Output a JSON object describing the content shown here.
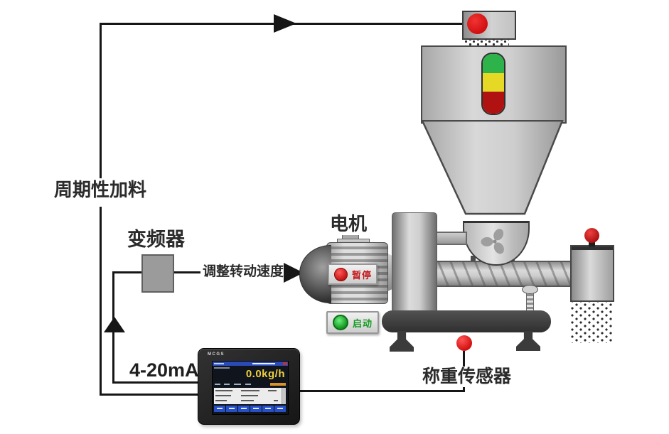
{
  "labels": {
    "periodic_feeding": "周期性加料",
    "frequency_converter": "变频器",
    "adjust_speed": "调整转动速度",
    "signal_4_20ma": "4-20mA",
    "motor": "电机",
    "weighing_sensor": "称重传感器"
  },
  "motor_panel": {
    "pause": "暂停",
    "start": "启动"
  },
  "hmi": {
    "brand": "MCGS",
    "flow_value": "0.0kg/h"
  },
  "colors": {
    "line_black": "#161616",
    "traffic_green": "#2eb24a",
    "traffic_yellow": "#e6d926",
    "traffic_red": "#b01212",
    "sensor_red": "#d31212",
    "button_red_text": "#c4181a",
    "button_green_text": "#169a23",
    "hmi_value_yellow": "#efcf3c",
    "hmi_bar_blue": "#2b4ab4"
  }
}
